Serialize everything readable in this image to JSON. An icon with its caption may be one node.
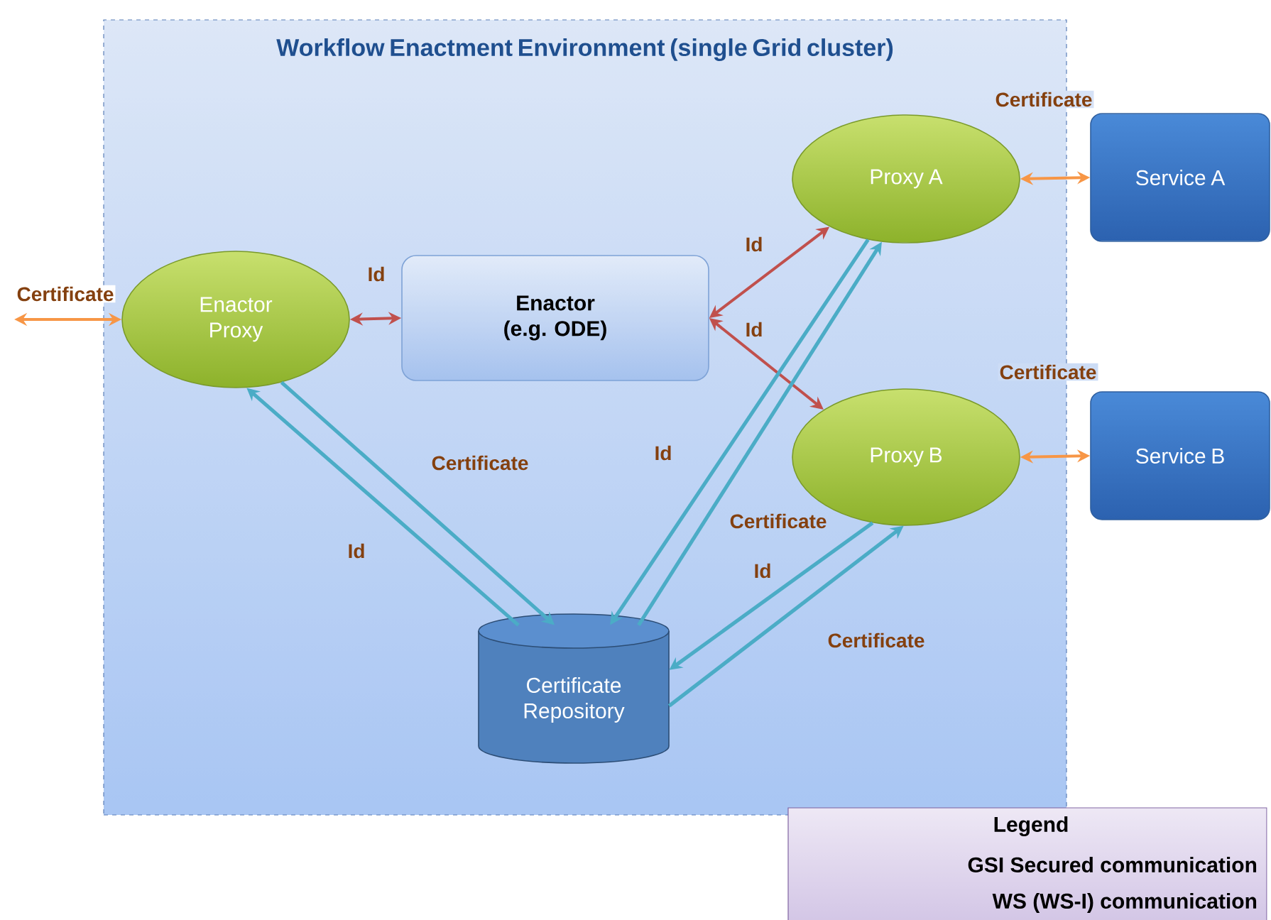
{
  "diagram": {
    "nodes": [
      {
        "text": [
          "Workflow Enactment Environment (single Grid cluster)"
        ]
      },
      {
        "text": [
          "Enactor Proxy"
        ],
        "in": 0
      },
      {
        "text": [
          "Enactor (e.g. ODE)"
        ],
        "in": 0
      },
      {
        "text": [
          "Proxy A"
        ],
        "in": 0
      },
      {
        "text": [
          "Proxy B"
        ],
        "in": 0
      },
      {
        "text": [
          "Certificate Repository"
        ],
        "in": 0
      },
      {
        "text": [
          "Service A"
        ]
      },
      {
        "text": [
          "Service B"
        ]
      }
    ],
    "edges": [
      {
        "from": null,
        "to": 1,
        "arrow": "both",
        "label": "Certificate",
        "color": "#f79646"
      },
      {
        "from": 1,
        "to": 2,
        "arrow": "both",
        "label": "Id",
        "color": "#c0504d"
      },
      {
        "from": 2,
        "to": 3,
        "arrow": "both",
        "label": "Id",
        "color": "#c0504d"
      },
      {
        "from": 2,
        "to": 4,
        "arrow": "both",
        "label": "Id",
        "color": "#c0504d"
      },
      {
        "from": 3,
        "to": 6,
        "arrow": "both",
        "label": "Certificate",
        "color": "#f79646"
      },
      {
        "from": 4,
        "to": 7,
        "arrow": "both",
        "label": "Certificate",
        "color": "#f79646"
      },
      {
        "from": 5,
        "to": 1,
        "arrow": "to",
        "label": "Id"
      },
      {
        "from": 1,
        "to": 5,
        "arrow": "to",
        "label": "Certificate"
      },
      {
        "from": 3,
        "to": 5,
        "arrow": "to",
        "label": "Id"
      },
      {
        "from": 5,
        "to": 3,
        "arrow": "to",
        "label": "Certificate"
      },
      {
        "from": 4,
        "to": 5,
        "arrow": "to",
        "label": "Id"
      },
      {
        "from": 5,
        "to": 4,
        "arrow": "to",
        "label": "Certificate"
      }
    ],
    "labels": [
      "Legend"
    ],
    "legend": [
      {
        "text": "GSI Secured communication"
      },
      {
        "text": "WS (WS-I) communication"
      }
    ]
  }
}
